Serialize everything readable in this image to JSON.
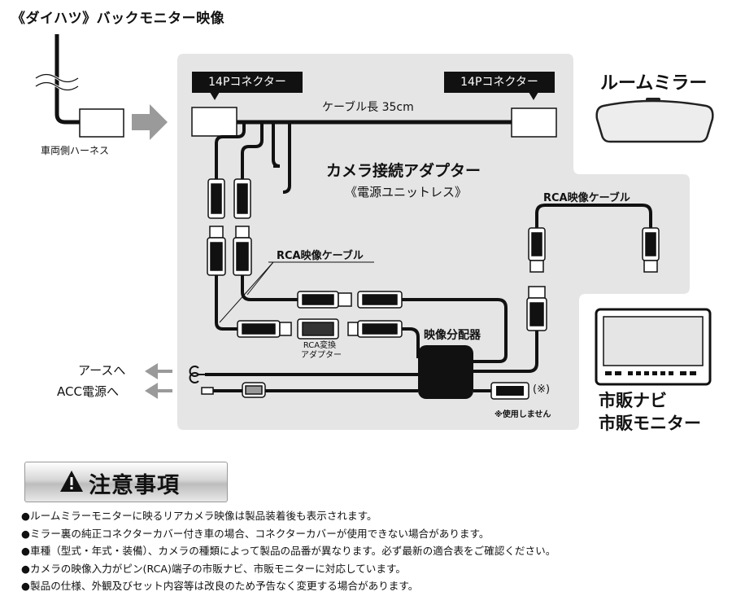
{
  "title": "《ダイハツ》バックモニター映像",
  "connectors": {
    "left_tag": "14Pコネクター",
    "right_tag": "14Pコネクター",
    "cable_length": "ケーブル長 35cm"
  },
  "harness_label": "車両側ハーネス",
  "adapter": {
    "name": "カメラ接続アダプター",
    "sub": "《電源ユニットレス》"
  },
  "rca_cable_left": "RCA映像ケーブル",
  "rca_cable_right": "RCA映像ケーブル",
  "rca_conv": {
    "line1": "RCA変換",
    "line2": "アダプター"
  },
  "splitter": "映像分配器",
  "ground_label": "アースへ",
  "acc_label": "ACC電源へ",
  "unused_mark": "(※)",
  "unused_note": "※使用しません",
  "room_mirror": "ルームミラー",
  "monitor": {
    "line1": "市販ナビ",
    "line2": "市販モニター"
  },
  "caution": {
    "title": "注意事項",
    "icon": "warning-triangle-icon"
  },
  "notes": [
    "ルームミラーモニターに映るリアカメラ映像は製品装着後も表示されます。",
    "ミラー裏の純正コネクターカバー付き車の場合、コネクターカバーが使用できない場合があります。",
    "車種（型式・年式・装備）、カメラの種類によって製品の品番が異なります。必ず最新の適合表をご確認ください。",
    "カメラの映像入力がピン(RCA)端子の市販ナビ、市販モニターに対応しています。",
    "製品の仕様、外観及びセット内容等は改良のため予告なく変更する場合があります。"
  ]
}
